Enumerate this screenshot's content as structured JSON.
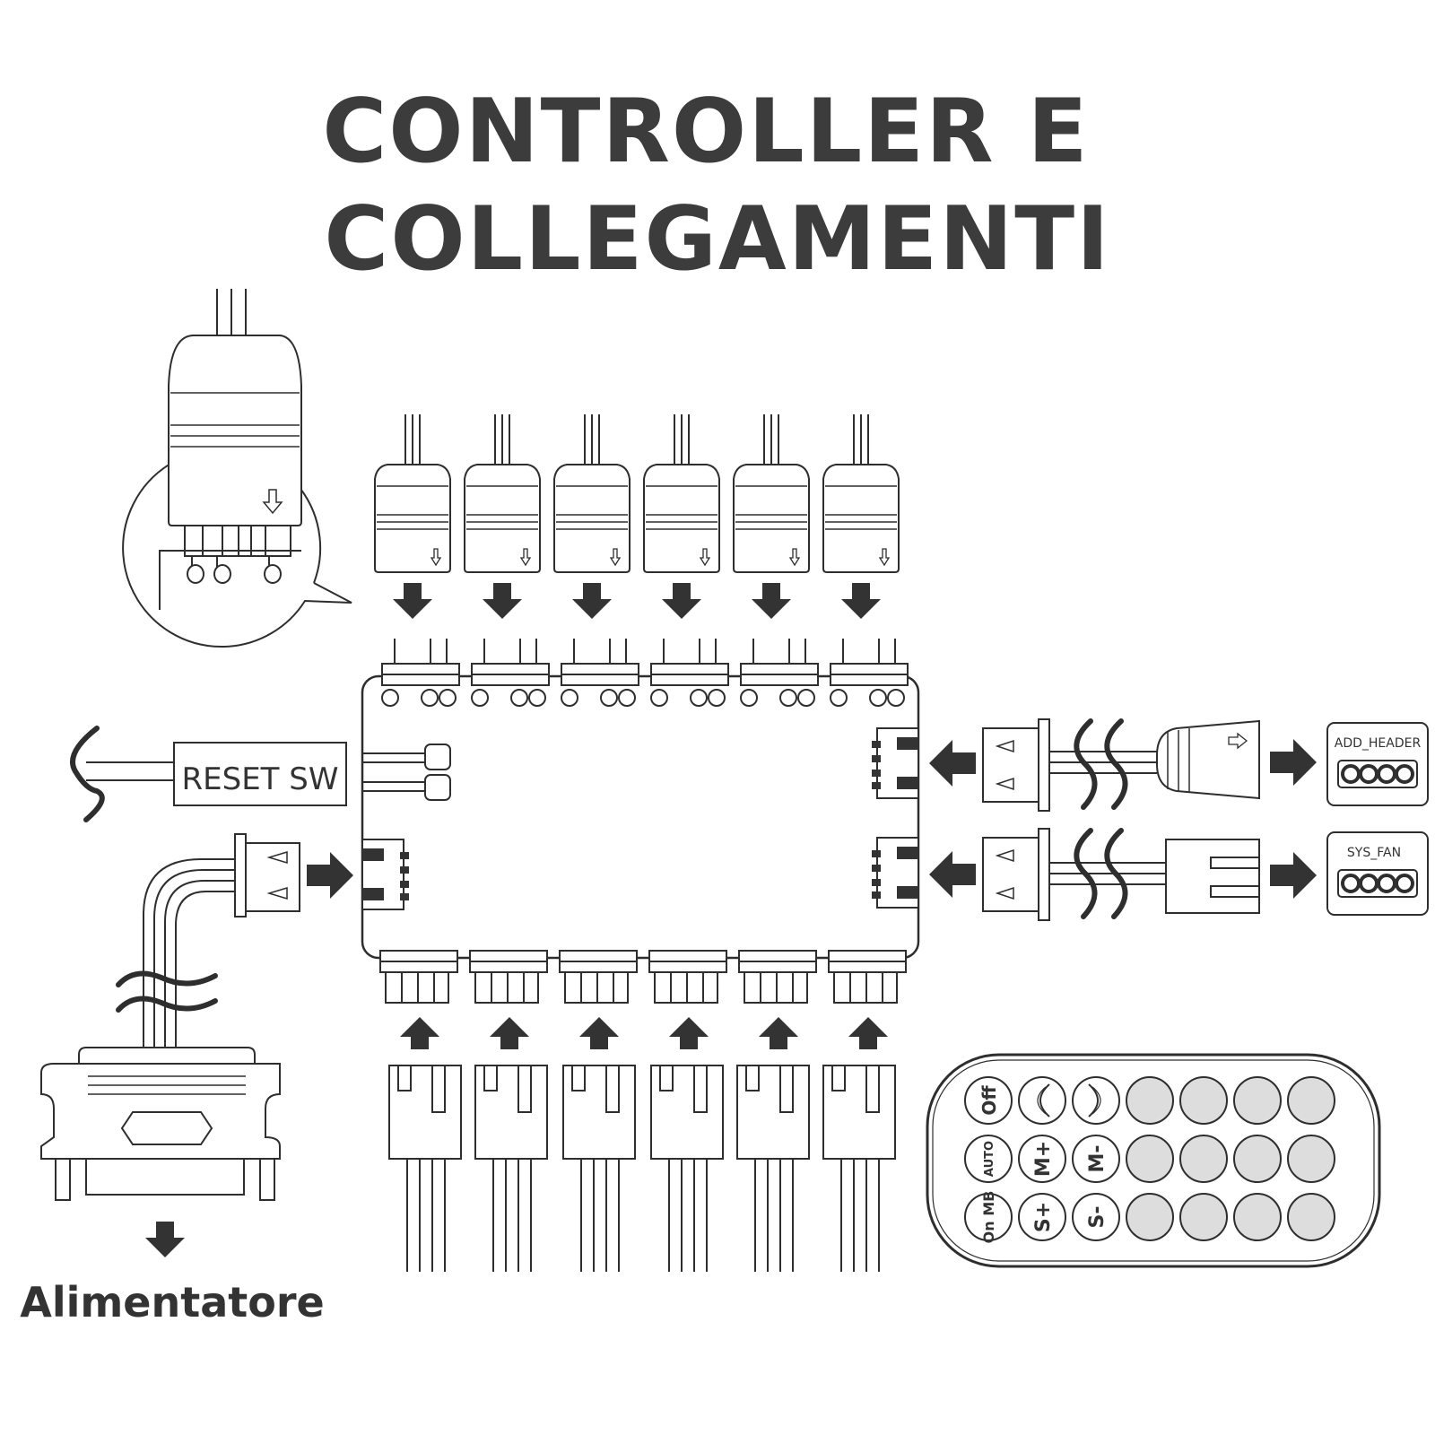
{
  "title": {
    "line1": "CONTROLLER E",
    "line2": "COLLEGAMENTI"
  },
  "labels": {
    "reset_sw": "RESET SW",
    "add_header": "ADD_HEADER",
    "sys_fan": "SYS_FAN",
    "power_supply": "Alimentatore"
  },
  "remote": {
    "buttons_row1": [
      "Off",
      "",
      ""
    ],
    "buttons_row2": [
      "AUTO",
      "M+",
      "M-"
    ],
    "buttons_row3": [
      "On MB",
      "S+",
      "S-"
    ]
  },
  "colors": {
    "line": "#2e2e2e",
    "title": "#3c3c3c",
    "arrow": "#333333",
    "remote_key": "#dddddd"
  }
}
